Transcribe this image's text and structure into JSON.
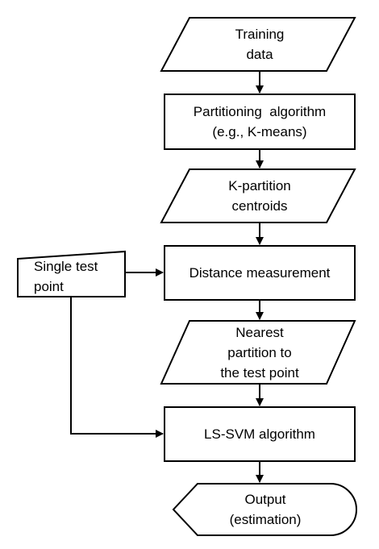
{
  "diagram": {
    "nodes": {
      "training_data": {
        "lines": [
          "Training",
          "data"
        ],
        "shape": "parallelogram"
      },
      "partitioning": {
        "lines": [
          "Partitioning  algorithm",
          "(e.g., K-means)"
        ],
        "shape": "rectangle"
      },
      "centroids": {
        "lines": [
          "K-partition",
          "centroids"
        ],
        "shape": "parallelogram"
      },
      "distance": {
        "lines": [
          "Distance measurement"
        ],
        "shape": "rectangle"
      },
      "nearest": {
        "lines": [
          "Nearest",
          "partition to",
          "the test point"
        ],
        "shape": "parallelogram"
      },
      "lssvm": {
        "lines": [
          "LS-SVM algorithm"
        ],
        "shape": "rectangle"
      },
      "output": {
        "lines": [
          "Output",
          "(estimation)"
        ],
        "shape": "display"
      },
      "test_point": {
        "lines": [
          "Single test",
          "point"
        ],
        "shape": "manual-input"
      }
    },
    "edges": [
      {
        "from": "training_data",
        "to": "partitioning"
      },
      {
        "from": "partitioning",
        "to": "centroids"
      },
      {
        "from": "centroids",
        "to": "distance"
      },
      {
        "from": "test_point",
        "to": "distance"
      },
      {
        "from": "distance",
        "to": "nearest"
      },
      {
        "from": "nearest",
        "to": "lssvm"
      },
      {
        "from": "test_point",
        "to": "lssvm"
      },
      {
        "from": "lssvm",
        "to": "output"
      }
    ]
  }
}
